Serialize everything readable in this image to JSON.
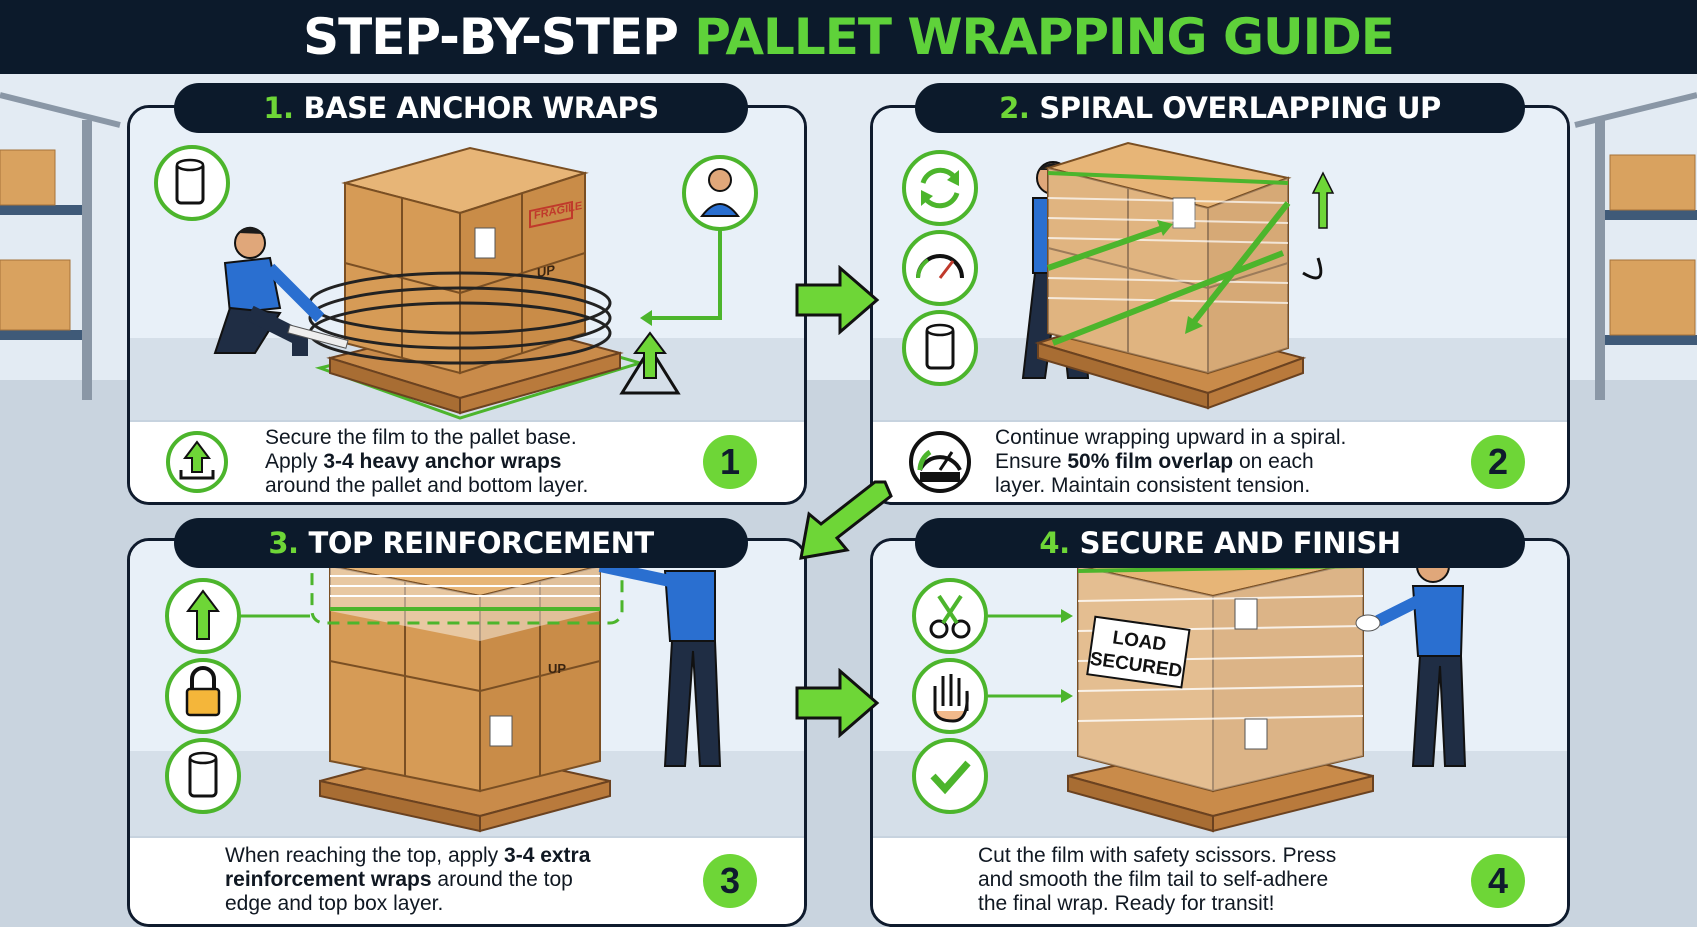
{
  "title": {
    "part1": "STEP-BY-STEP",
    "part2": "PALLET WRAPPING GUIDE"
  },
  "colors": {
    "navy": "#0c1a2b",
    "green": "#6ed637",
    "cardboard": "#d9a25f",
    "pallet": "#c98b4a",
    "worker_shirt": "#2a6fd0"
  },
  "steps": [
    {
      "number": "1",
      "heading_num": "1.",
      "heading": "BASE ANCHOR WRAPS",
      "lines": [
        {
          "pre": "Secure the film to the pallet base.",
          "bold": "",
          "post": ""
        },
        {
          "pre": "Apply ",
          "bold": "3-4 heavy anchor wraps",
          "post": ""
        },
        {
          "pre": "around the pallet and bottom layer.",
          "bold": "",
          "post": ""
        }
      ],
      "icons": [
        "film-roll-icon",
        "worker-icon",
        "upload-arrow-icon"
      ],
      "box_labels": [
        "FRAGILE",
        "UP"
      ]
    },
    {
      "number": "2",
      "heading_num": "2.",
      "heading": "SPIRAL OVERLAPPING UP",
      "lines": [
        {
          "pre": "Continue wrapping upward in a spiral.",
          "bold": "",
          "post": ""
        },
        {
          "pre": "Ensure ",
          "bold": "50% film overlap",
          "post": " on each"
        },
        {
          "pre": "layer. Maintain consistent tension.",
          "bold": "",
          "post": ""
        }
      ],
      "icons": [
        "rotate-icon",
        "gauge-icon",
        "film-roll-icon"
      ]
    },
    {
      "number": "3",
      "heading_num": "3.",
      "heading": "TOP REINFORCEMENT",
      "lines": [
        {
          "pre": "When reaching the top, apply ",
          "bold": "3-4 extra",
          "post": ""
        },
        {
          "pre": "",
          "bold": "reinforcement wraps",
          "post": " around the top"
        },
        {
          "pre": "edge and top box layer.",
          "bold": "",
          "post": ""
        }
      ],
      "icons": [
        "arrow-up-icon",
        "lock-icon",
        "film-roll-icon"
      ],
      "box_labels": [
        "UP"
      ]
    },
    {
      "number": "4",
      "heading_num": "4.",
      "heading": "SECURE AND FINISH",
      "lines": [
        {
          "pre": "Cut the film with safety scissors. Press",
          "bold": "",
          "post": ""
        },
        {
          "pre": "and smooth the film tail to self-adhere",
          "bold": "",
          "post": ""
        },
        {
          "pre": "the final wrap. Ready for transit!",
          "bold": "",
          "post": ""
        }
      ],
      "icons": [
        "scissors-icon",
        "hand-icon",
        "checkmark-icon"
      ],
      "sign": [
        "LOAD",
        "SECURED"
      ]
    }
  ]
}
